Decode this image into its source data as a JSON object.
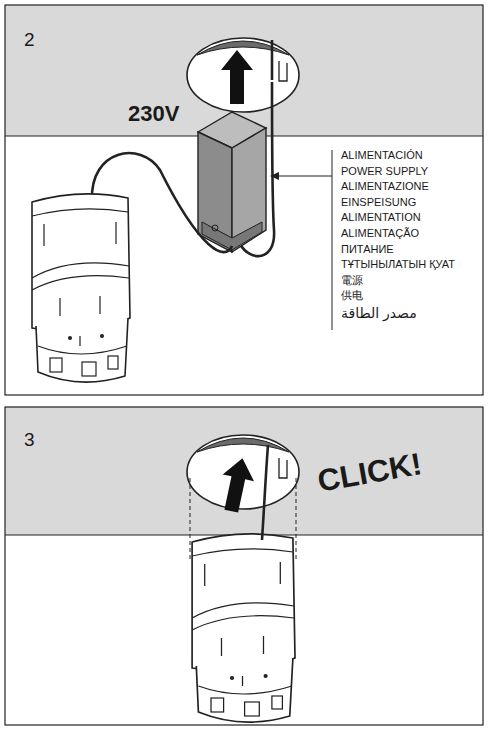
{
  "diagram": {
    "labels": [
      "2",
      "230V",
      "ALIMENTACIÓN",
      "POWER SUPPLY",
      "ALIMENTAZIONE",
      "EINSPEISUNG",
      "ALIMENTATION",
      "ALIMENTAÇÃO",
      "ПИТАНИЕ",
      "ТҰТЫНЫЛАТЫН ҚУАТ",
      "電源",
      "供电",
      "مصدر الطاقة",
      "3",
      "CLICK!"
    ]
  }
}
